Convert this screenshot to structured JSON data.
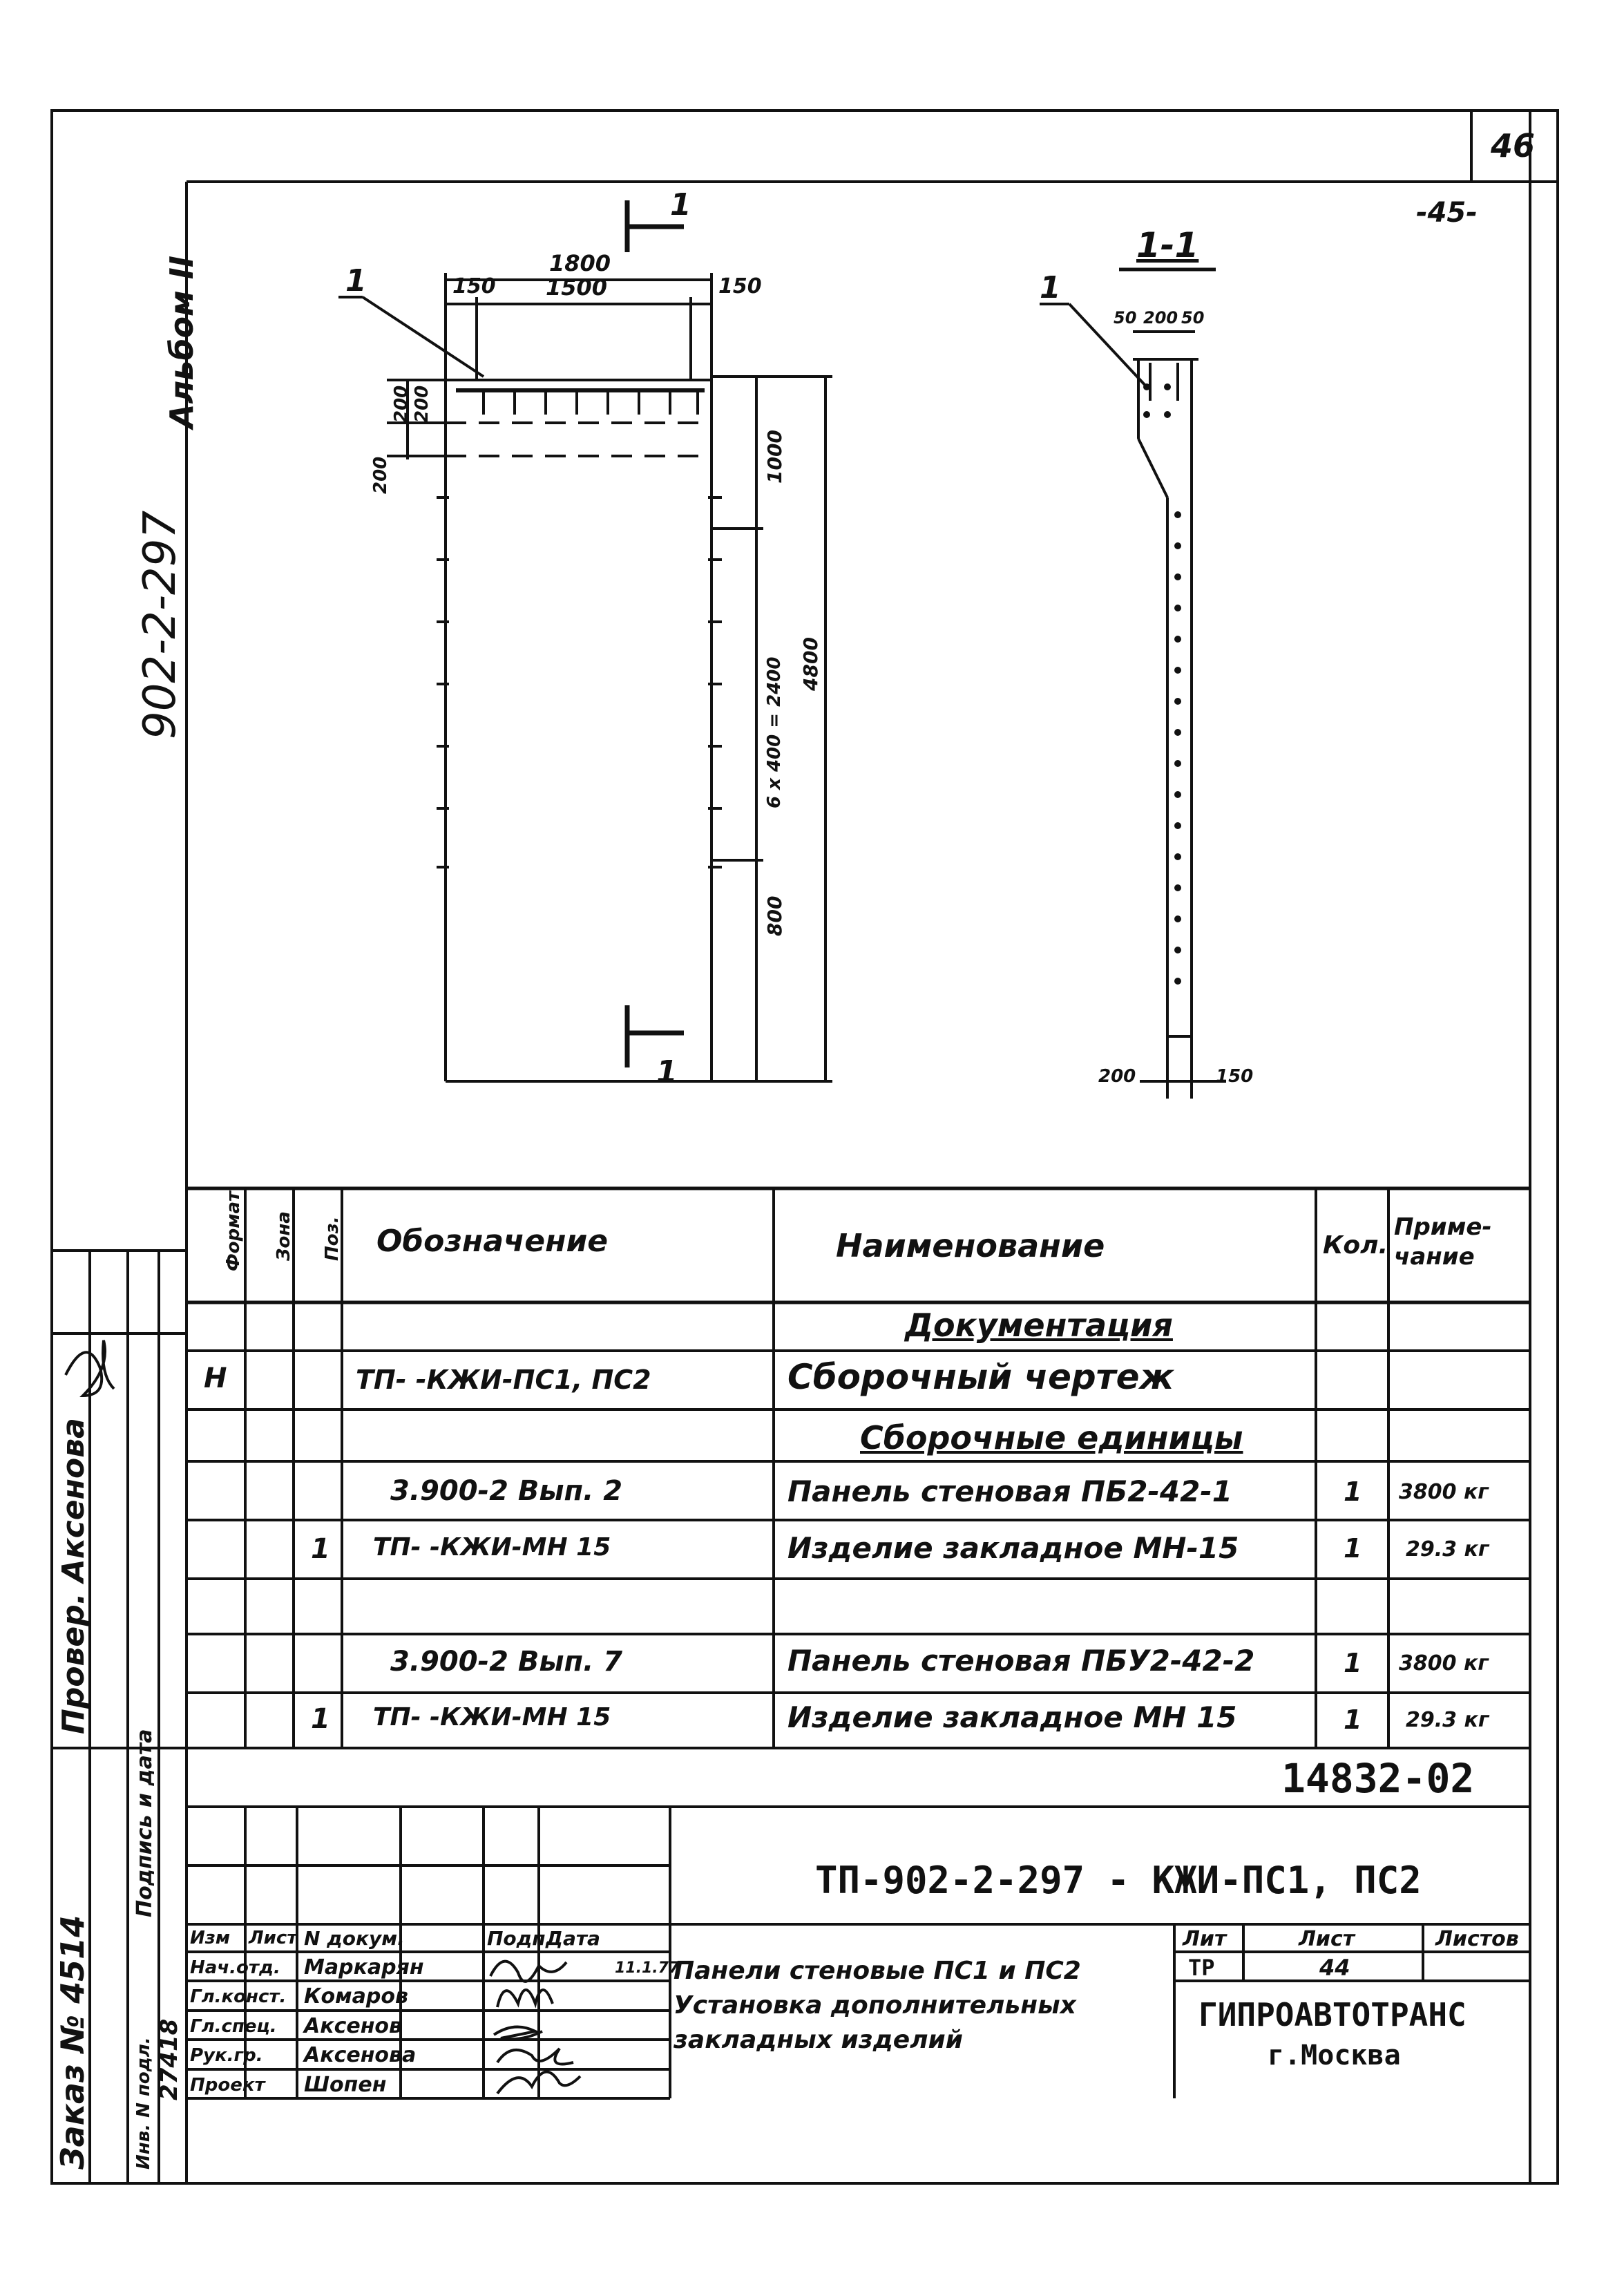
{
  "sheet": {
    "page_number": "46",
    "inner_page": "-45-",
    "album": "Альбом II",
    "series": "902-2-297"
  },
  "drawing": {
    "section_mark": "1",
    "section_title": "1-1",
    "leader_front": "1",
    "leader_section": "1",
    "dims": {
      "top_total": "1800",
      "left_margin": "150",
      "mid_span": "1500",
      "right_margin": "150",
      "small_left": "200",
      "small_left2": "200",
      "small_left3": "200",
      "seg_top": "1000",
      "seg_mid": "6 x 400 = 2400",
      "total_height": "4800",
      "seg_bottom": "800",
      "sec_top_a": "50",
      "sec_top_b": "200",
      "sec_top_c": "50",
      "sec_bot_a": "200",
      "sec_bot_b": "150"
    }
  },
  "spec": {
    "headers": {
      "format": "Формат",
      "zone": "Зона",
      "pos": "Поз.",
      "designation": "Обозначение",
      "name": "Наименование",
      "qty": "Кол.",
      "note": "Приме-чание"
    },
    "sec_doc": "Документация",
    "sec_units": "Сборочные единицы",
    "rows": [
      {
        "format": "Н",
        "pos": "",
        "designation": "ТП-      -КЖИ-ПС1, ПС2",
        "name": "Сборочный чертеж",
        "qty": "",
        "note": ""
      },
      {
        "format": "",
        "pos": "",
        "designation": "3.900-2   Вып. 2",
        "name": "Панель стеновая ПБ2-42-1",
        "qty": "1",
        "note": "3800 кг"
      },
      {
        "format": "",
        "pos": "1",
        "designation": "ТП-       -КЖИ-МН 15",
        "name": "Изделие закладное МН-15",
        "qty": "1",
        "note": "29.3 кг"
      },
      {
        "format": "",
        "pos": "",
        "designation": "3.900-2   Вып. 7",
        "name": "Панель стеновая ПБУ2-42-2",
        "qty": "1",
        "note": "3800 кг"
      },
      {
        "format": "",
        "pos": "1",
        "designation": "ТП-       -КЖИ-МН 15",
        "name": "Изделие закладное МН 15",
        "qty": "1",
        "note": "29.3 кг"
      }
    ]
  },
  "stamp": {
    "inventory_code": "14832-02",
    "doc_code": "ТП-902-2-297 - КЖИ-ПС1, ПС2",
    "col_izm": "Изм",
    "col_list": "Лист",
    "col_doc": "N докум.",
    "col_sign": "Подп.",
    "col_date": "Дата",
    "title_line1": "Панели стеновые ПС1 и ПС2",
    "title_line2": "Установка дополнительных",
    "title_line3": "закладных изделий",
    "lit_label": "Лит",
    "sheet_label": "Лист",
    "sheets_label": "Листов",
    "lit_value": "ТР",
    "sheet_value": "44",
    "org": "ГИПРОАВТОТРАНС",
    "city": "г.Москва",
    "people": [
      {
        "role": "Нач.отд.",
        "name": "Маркарян",
        "date": "11.1.77"
      },
      {
        "role": "Гл.конст.",
        "name": "Комаров",
        "date": ""
      },
      {
        "role": "Гл.спец.",
        "name": "Аксенов",
        "date": ""
      },
      {
        "role": "Рук.гр.",
        "name": "Аксенова",
        "date": ""
      },
      {
        "role": "Проект",
        "name": "Шопен",
        "date": ""
      }
    ]
  },
  "side": {
    "order": "Заказ № 4514",
    "sign_date": "Подпись и дата",
    "inv": "Инв. N подл.",
    "inv_value": "27418",
    "checked": "Провер. Аксенова"
  }
}
